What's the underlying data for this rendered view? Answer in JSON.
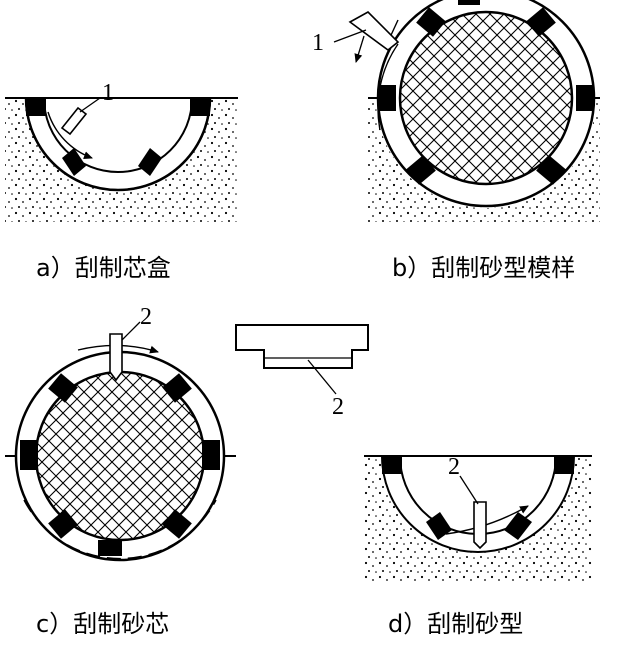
{
  "panels": {
    "a": {
      "caption": "a）刮制芯盒",
      "callout": "1"
    },
    "b": {
      "caption": "b）刮制砂型模样",
      "callout": "1"
    },
    "c": {
      "caption": "c）刮制砂芯",
      "callout": "2"
    },
    "d": {
      "caption": "d）刮制砂型",
      "callout": "2"
    },
    "tool_detail": {
      "callout": "2"
    }
  },
  "colors": {
    "ink": "#000000",
    "background": "#ffffff"
  }
}
